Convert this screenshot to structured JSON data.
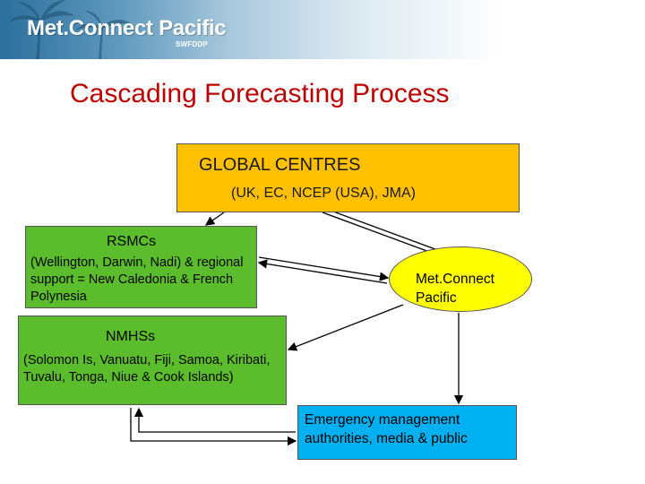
{
  "header": {
    "logo_text": "Met.Connect Pacific",
    "logo_subtext": "SWFDDP"
  },
  "slide": {
    "title": "Cascading Forecasting Process"
  },
  "boxes": {
    "global": {
      "heading": "GLOBAL CENTRES",
      "detail": "(UK, EC, NCEP (USA), JMA)",
      "color": "#ffc000"
    },
    "rsmc": {
      "heading": "RSMCs",
      "detail": "(Wellington, Darwin, Nadi) & regional support = New Caledonia & French Polynesia",
      "color": "#5cbd2c"
    },
    "nmhs": {
      "heading": "NMHSs",
      "detail": "(Solomon Is, Vanuatu, Fiji,  Samoa, Kiribati, Tuvalu, Tonga, Niue & Cook Islands)",
      "color": "#5cbd2c"
    },
    "metconnect": {
      "label": "Met.Connect Pacific",
      "color": "#ffff00"
    },
    "emergency": {
      "label": "Emergency management authorities, media & public",
      "color": "#00b0f0"
    }
  },
  "colors": {
    "title": "#c00000",
    "banner": "#2b6f9c"
  }
}
